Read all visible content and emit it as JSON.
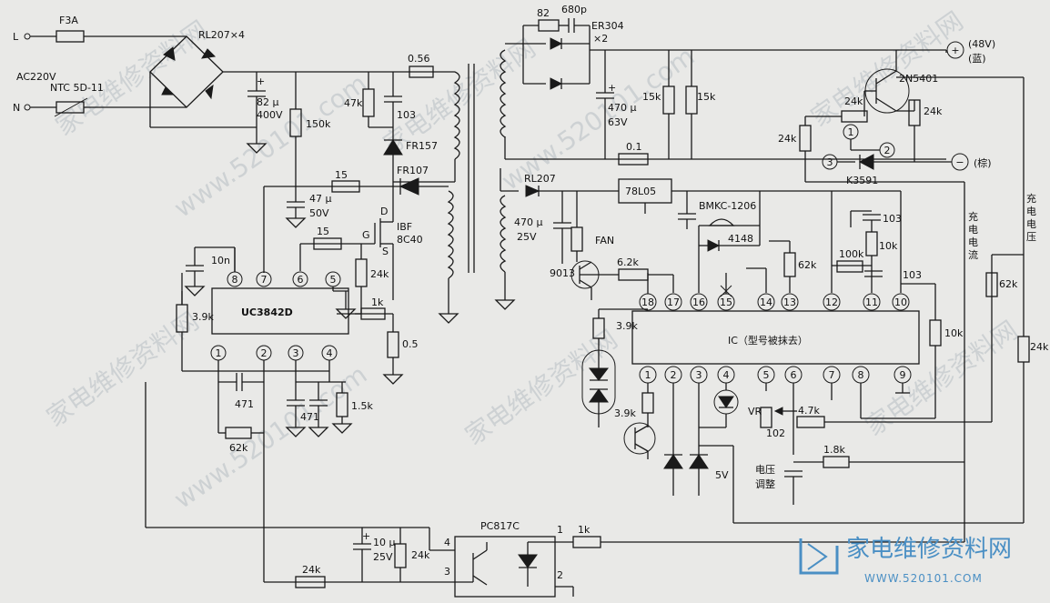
{
  "labels": {
    "L": "L",
    "N": "N",
    "f3a": "F3A",
    "ac220v": "AC220V",
    "ntc": "NTC 5D-11",
    "bridge": "RL207×4",
    "c82": "82 μ",
    "c82v": "400V",
    "r150k": "150k",
    "r47k": "47k",
    "c103a": "103",
    "r056": "0.56",
    "fr157": "FR157",
    "fr107": "FR107",
    "r15": "15",
    "c47": "47 μ",
    "c47v": "50V",
    "mos": "IBF",
    "mos2": "8C40",
    "mosd": "D",
    "mosg": "G",
    "moss": "S",
    "r15b": "15",
    "c10n": "10n",
    "r39k": "3.9k",
    "uc": "UC3842D",
    "r24ka": "24k",
    "r1k": "1k",
    "r05": "0.5",
    "c471a": "471",
    "c471b": "471",
    "r15k": "1.5k",
    "r62ka": "62k",
    "r82": "82",
    "c680p": "680p",
    "er304": "ER304",
    "x2": "×2",
    "c470a": "470 μ",
    "c470av": "63V",
    "r15ka": "15k",
    "r15kb": "15k",
    "r01": "0.1",
    "q2n5401": "2N5401",
    "r24kb": "24k",
    "r24kc": "24k",
    "r24kd": "24k",
    "k3591": "K3591",
    "plus48": "(48V)",
    "blue": "(蓝)",
    "brown": "(棕)",
    "charge_v": "充电电压",
    "charge_i": "充电电流",
    "rl207": "RL207",
    "l78": "78L05",
    "c470b": "470 μ",
    "c470bv": "25V",
    "fan": "FAN",
    "bmkc": "BMKC-1206",
    "d4148": "4148",
    "c103b": "103",
    "r10k": "10k",
    "r100k": "100k",
    "c103c": "103",
    "r62kb": "62k",
    "q9013": "9013",
    "r62k2": "6.2k",
    "r39kb": "3.9k",
    "r39kc": "3.9k",
    "ic": "IC（型号被抹去）",
    "vr": "VR",
    "vr102": "102",
    "r47k2": "4.7k",
    "r18k": "1.8k",
    "v5": "5V",
    "vadj": "电压",
    "vadj2": "调整",
    "r10kb": "10k",
    "r62kc": "62k",
    "r24ke": "24k",
    "pc817": "PC817C",
    "pc1": "1",
    "pc2": "2",
    "pc3": "3",
    "pc4": "4",
    "r1kb": "1k",
    "c10u": "10 μ",
    "c10uv": "25V",
    "r24kf": "24k",
    "r24kg": "24k",
    "node1": "1",
    "node2": "2",
    "node3": "3",
    "plus": "+",
    "minus": "−"
  },
  "ic_pins_top": [
    "18",
    "17",
    "16",
    "15",
    "14",
    "13",
    "12",
    "11",
    "10"
  ],
  "ic_pins_bottom": [
    "1",
    "2",
    "3",
    "4",
    "5",
    "6",
    "7",
    "8",
    "9"
  ],
  "uc_pins_top": [
    "8",
    "7",
    "6",
    "5"
  ],
  "uc_pins_bottom": [
    "1",
    "2",
    "3",
    "4"
  ],
  "watermark": {
    "text1": "家电维修资料网",
    "text2": "www.520101.com",
    "logo_main": "家电维修资料网",
    "logo_sub": "WWW.520101.COM"
  },
  "colors": {
    "ink": "#1a1a1a",
    "paper": "#e9e9e7",
    "logo": "#4a8fc4"
  }
}
